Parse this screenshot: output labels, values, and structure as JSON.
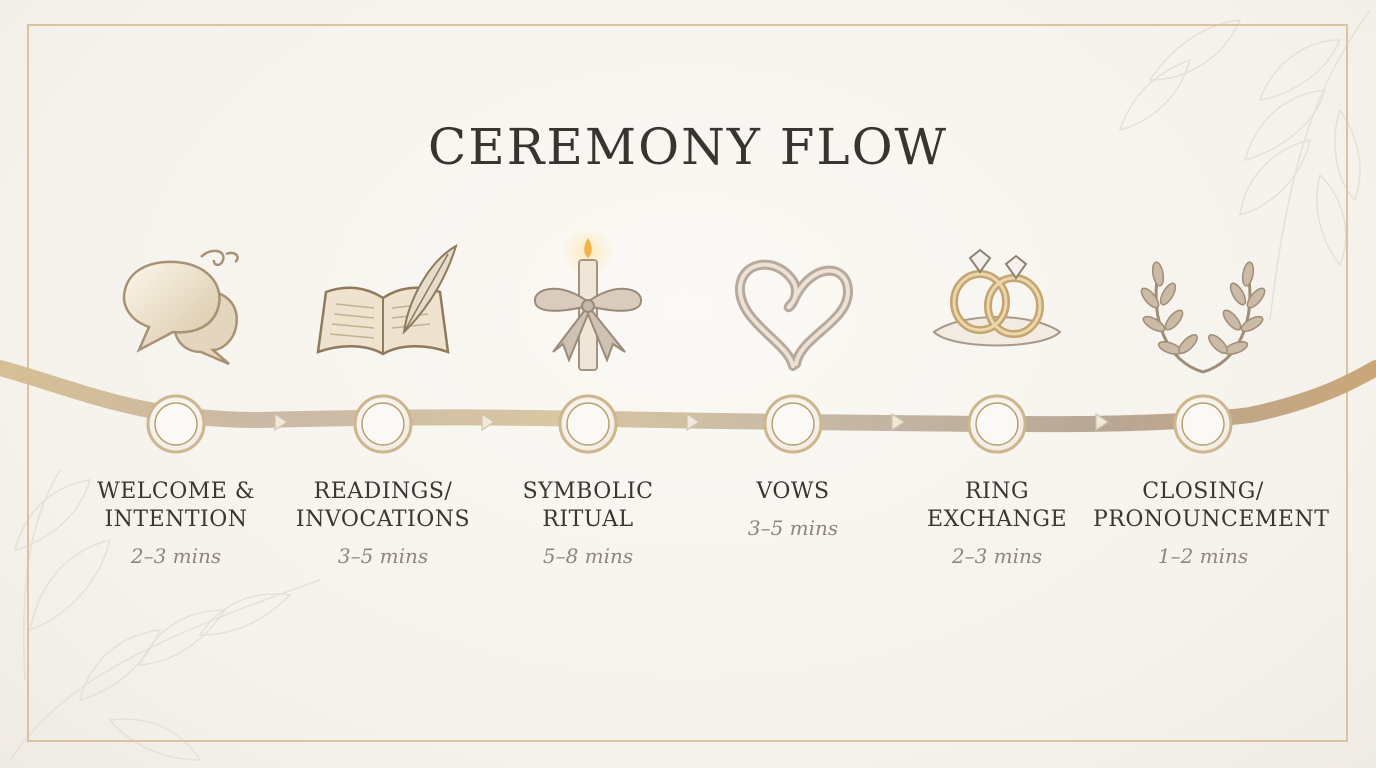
{
  "title": "CEREMONY FLOW",
  "colors": {
    "gold": "#cdb58c",
    "gold_dark": "#b99e72",
    "taupe": "#b3a79c",
    "text": "#3b3632",
    "muted": "#8f857b"
  },
  "steps": [
    {
      "name_lines": [
        "WELCOME &",
        "INTENTION"
      ],
      "duration": "2–3 mins",
      "icon": "speech-bubbles-icon"
    },
    {
      "name_lines": [
        "READINGS/",
        "INVOCATIONS"
      ],
      "duration": "3–5 mins",
      "icon": "open-book-quill-icon"
    },
    {
      "name_lines": [
        "SYMBOLIC",
        "RITUAL"
      ],
      "duration": "5–8 mins",
      "icon": "candle-ribbon-icon"
    },
    {
      "name_lines": [
        "VOWS"
      ],
      "duration": "3–5 mins",
      "icon": "heart-ribbon-icon"
    },
    {
      "name_lines": [
        "RING",
        "EXCHANGE"
      ],
      "duration": "2–3 mins",
      "icon": "wedding-rings-pillow-icon"
    },
    {
      "name_lines": [
        "CLOSING/",
        "PRONOUNCEMENT"
      ],
      "duration": "1–2 mins",
      "icon": "laurel-wreath-icon"
    }
  ]
}
